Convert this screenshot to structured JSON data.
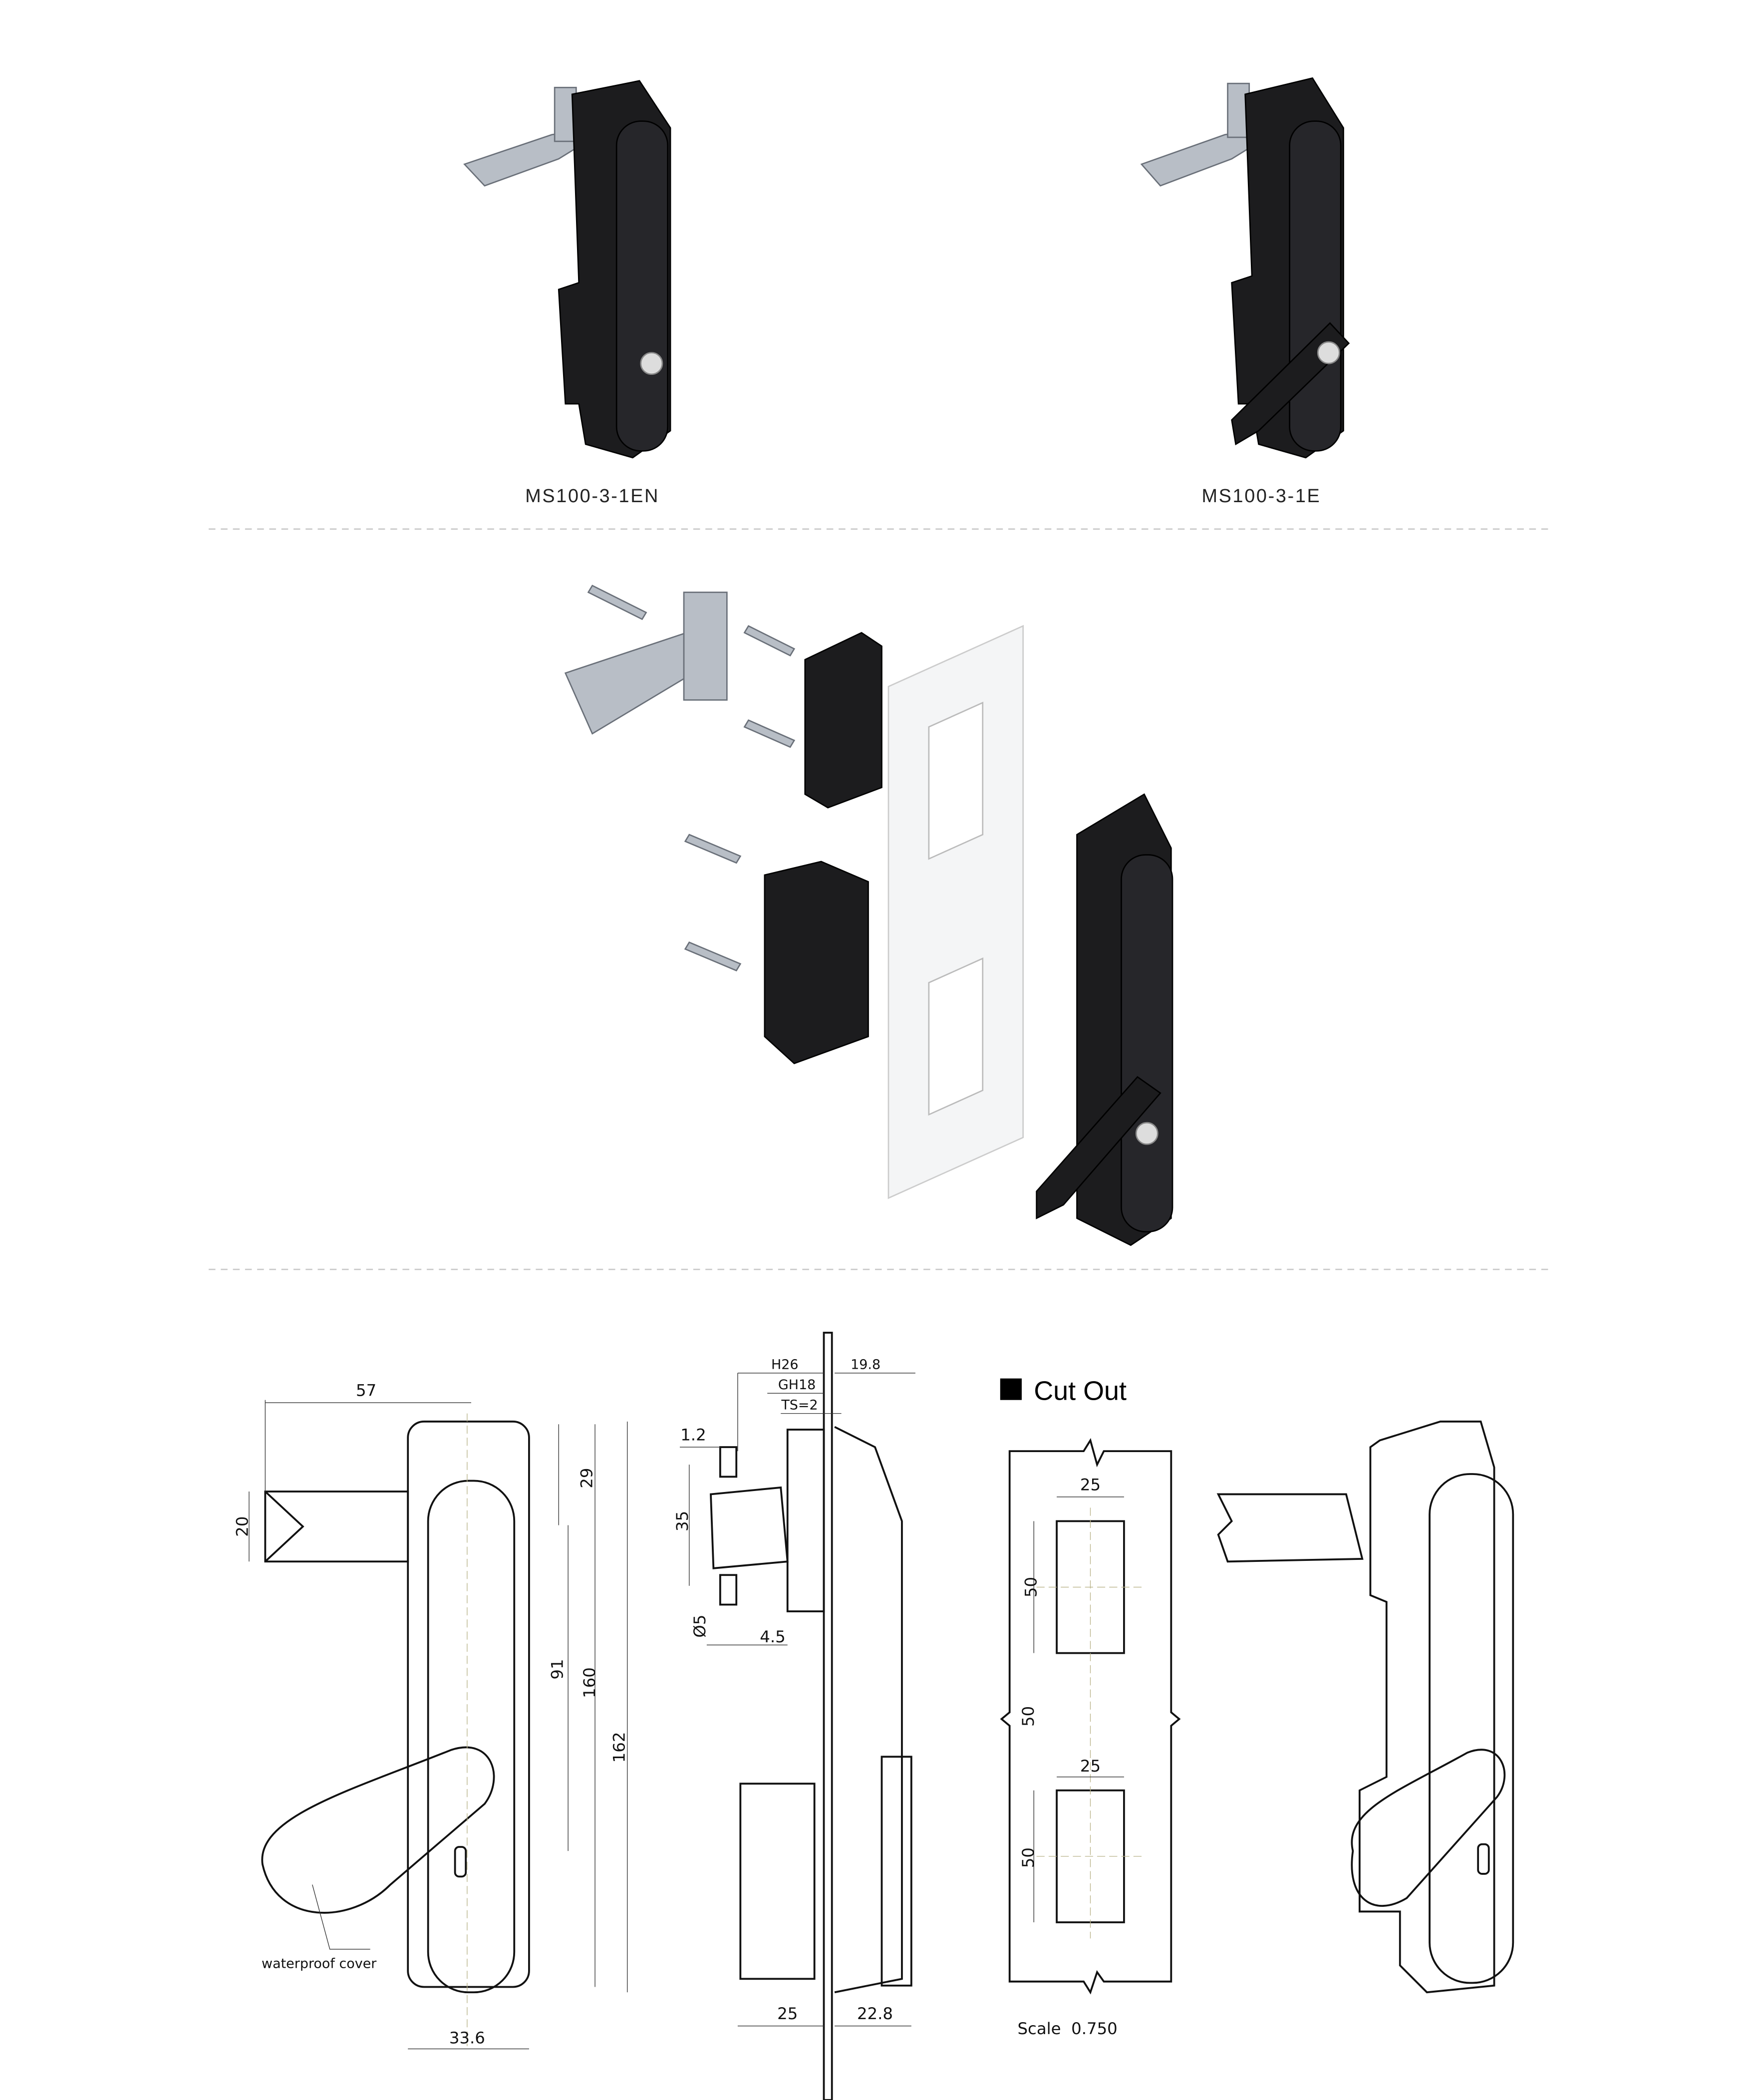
{
  "products": [
    {
      "model": "MS100-3-1EN"
    },
    {
      "model": "MS100-3-1E"
    }
  ],
  "front_view": {
    "dims": {
      "width_top": "57",
      "bolt_height": "20",
      "upper": "29",
      "to_key": "91",
      "body": "160",
      "total": "162",
      "bottom_width": "33.6"
    },
    "callout": "waterproof cover"
  },
  "side_view": {
    "dims": {
      "h": "H26",
      "right": "19.8",
      "gh": "GH18",
      "ts": "TS=2",
      "washer": "1.2",
      "spacing": "35",
      "diameter": "Ø5",
      "offset": "4.5",
      "depth_back": "25",
      "depth_front": "22.8"
    }
  },
  "cut_out": {
    "title": "Cut Out",
    "width_top": "25",
    "height_top": "50",
    "gap": "50",
    "width_bottom": "25",
    "height_bottom": "50",
    "scale": "Scale  0.750"
  }
}
